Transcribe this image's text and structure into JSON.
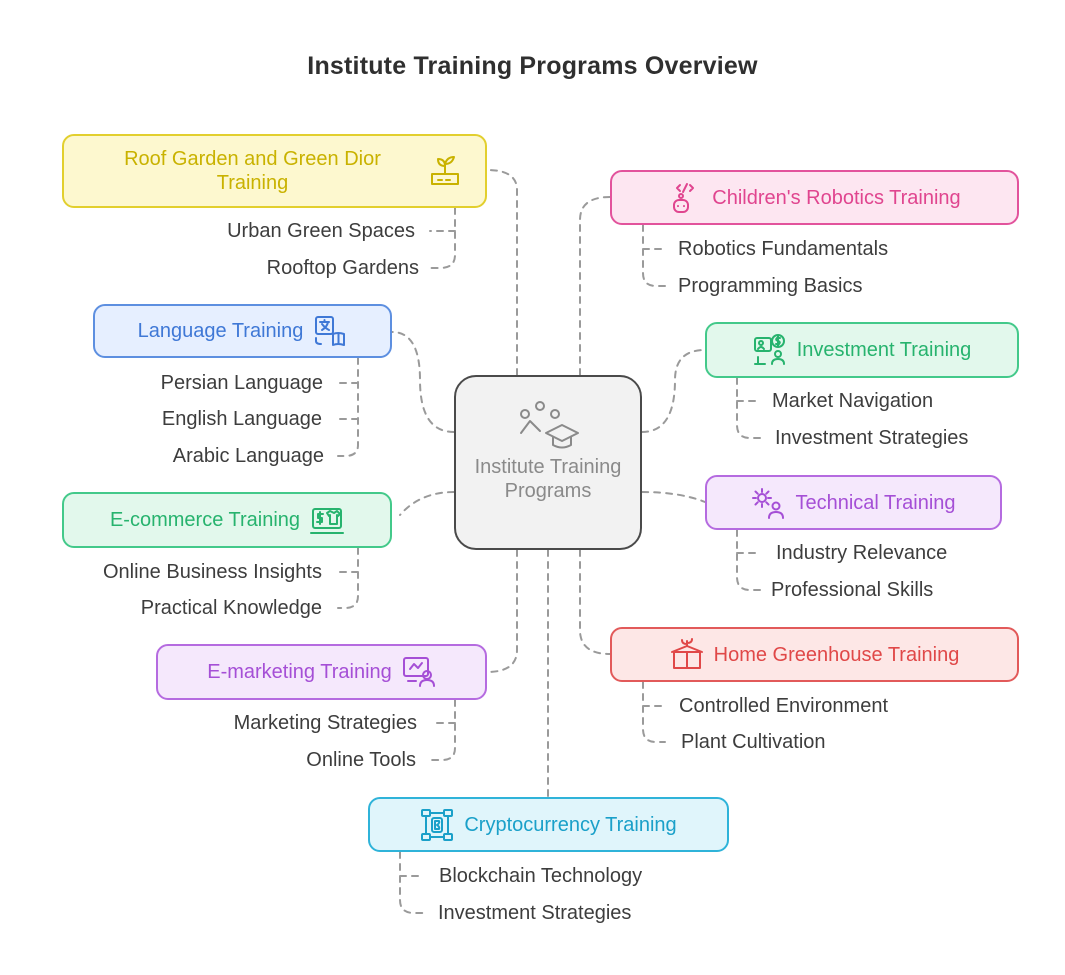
{
  "title": "Institute Training Programs Overview",
  "center": {
    "label": "Institute Training Programs",
    "icon": "graduation-network-icon"
  },
  "colors": {
    "yellow": {
      "border": "#e2cf2e",
      "fill": "#fdf8cf",
      "text": "#c9b200"
    },
    "blue": {
      "border": "#5d8fe0",
      "fill": "#e6efff",
      "text": "#3f78d6"
    },
    "green": {
      "border": "#43c98a",
      "fill": "#e2f8ec",
      "text": "#27b36e"
    },
    "purple": {
      "border": "#b56be0",
      "fill": "#f5e8fc",
      "text": "#a54fd6"
    },
    "cyan": {
      "border": "#2fb3d9",
      "fill": "#e0f5fb",
      "text": "#1aa0c9"
    },
    "pink": {
      "border": "#e2539c",
      "fill": "#fde6f1",
      "text": "#e0458f"
    },
    "red": {
      "border": "#e25a5a",
      "fill": "#fde7e6",
      "text": "#e04848"
    }
  },
  "programs": [
    {
      "id": "roof-garden",
      "label": "Roof Garden and Green Dior Training",
      "icon": "sprout-building-icon",
      "color": "yellow",
      "items": [
        "Urban Green Spaces",
        "Rooftop Gardens"
      ]
    },
    {
      "id": "language",
      "label": "Language Training",
      "icon": "translate-book-icon",
      "color": "blue",
      "items": [
        "Persian Language",
        "English Language",
        "Arabic Language"
      ]
    },
    {
      "id": "ecommerce",
      "label": "E-commerce Training",
      "icon": "shop-laptop-icon",
      "color": "green",
      "items": [
        "Online Business Insights",
        "Practical Knowledge"
      ]
    },
    {
      "id": "emarketing",
      "label": "E-marketing Training",
      "icon": "marketing-person-icon",
      "color": "purple",
      "items": [
        "Marketing Strategies",
        "Online Tools"
      ]
    },
    {
      "id": "crypto",
      "label": "Cryptocurrency Training",
      "icon": "blockchain-icon",
      "color": "cyan",
      "items": [
        "Blockchain Technology",
        "Investment Strategies"
      ]
    },
    {
      "id": "robotics",
      "label": "Children's Robotics Training",
      "icon": "robot-code-icon",
      "color": "pink",
      "items": [
        "Robotics Fundamentals",
        "Programming Basics"
      ]
    },
    {
      "id": "investment",
      "label": "Investment Training",
      "icon": "investor-icon",
      "color": "green",
      "items": [
        "Market Navigation",
        "Investment Strategies"
      ]
    },
    {
      "id": "technical",
      "label": "Technical Training",
      "icon": "gears-person-icon",
      "color": "purple",
      "items": [
        "Industry Relevance",
        "Professional Skills"
      ]
    },
    {
      "id": "greenhouse",
      "label": "Home Greenhouse Training",
      "icon": "plant-box-icon",
      "color": "red",
      "items": [
        "Controlled Environment",
        "Plant Cultivation"
      ]
    }
  ]
}
